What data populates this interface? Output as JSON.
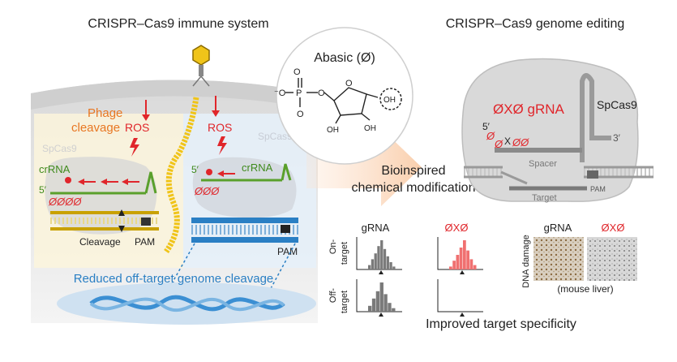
{
  "left_panel": {
    "title": "CRISPR–Cas9 immune system",
    "phage_cleavage_line1": "Phage",
    "phage_cleavage_line2": "cleavage",
    "ros_left": "ROS",
    "ros_right": "ROS",
    "spcas9_left": "SpCas9",
    "spcas9_right": "SpCas9",
    "crrna_left": "crRNA",
    "crrna_right": "crRNA",
    "five_prime_left": "5′",
    "five_prime_right": "5′",
    "abasic_marks_left": "ØØØØ",
    "abasic_marks_right": "ØØØ",
    "cleavage_label": "Cleavage",
    "pam_left": "PAM",
    "pam_right": "PAM",
    "reduced_offtarget": "Reduced off-target genome cleavage"
  },
  "center": {
    "abasic_title": "Abasic (Ø)",
    "atom_O_minus_top": "O",
    "atom_O_minus_left": "⁻O",
    "atom_P": "P",
    "atom_O_bottom": "O",
    "atom_O_link": "O",
    "atom_O_ring": "O",
    "atom_OH_ring": "OH",
    "atom_OH_left": "OH",
    "atom_OH_right": "OH",
    "bioinspired_line1": "Bioinspired",
    "bioinspired_line2": "chemical modification"
  },
  "right_panel": {
    "title": "CRISPR–Cas9 genome editing",
    "oxo_grna": "ØXØ gRNA",
    "spcas9": "SpCas9",
    "five_prime": "5′",
    "three_prime": "3′",
    "oxo_mark_1": "Ø",
    "oxo_mark_2": "Ø",
    "oxo_mark_x": "X",
    "oxo_mark_3": "ØØ",
    "spacer": "Spacer",
    "target": "Target",
    "pam": "PAM"
  },
  "histograms": {
    "col_grna": "gRNA",
    "col_oxo": "ØXØ",
    "row_on_line1": "On-",
    "row_on_line2": "target",
    "row_off_line1": "Off-",
    "row_off_line2": "target",
    "on_grna": [
      0.15,
      0.35,
      0.55,
      0.8,
      1.0,
      0.7,
      0.45,
      0.25,
      0.1
    ],
    "on_oxo": [
      0.1,
      0.3,
      0.5,
      0.75,
      1.0,
      0.65,
      0.35,
      0.15
    ],
    "off_grna": [
      0.2,
      0.45,
      0.7,
      1.0,
      0.6,
      0.3,
      0.12
    ],
    "off_oxo": [],
    "color_grna": "#7a7a7a",
    "color_oxo": "#f07070"
  },
  "damage": {
    "col_grna": "gRNA",
    "col_oxo": "ØXØ",
    "ylabel": "DNA damage",
    "caption": "(mouse liver)"
  },
  "footer": {
    "improved_specificity": "Improved target specificity"
  },
  "colors": {
    "red": "#e0262b",
    "orange": "#e87722",
    "green": "#5aa02c",
    "yellow": "#f0c419",
    "blue": "#2a7fc4",
    "gray": "#9a9a9a"
  }
}
